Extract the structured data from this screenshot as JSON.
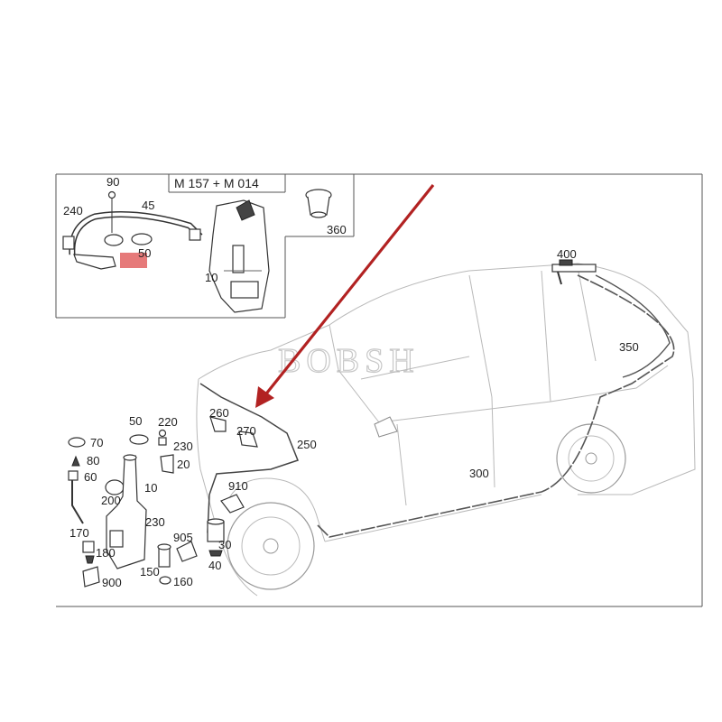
{
  "inset": {
    "header": "M 157 + M 014"
  },
  "watermark": "BOBSH",
  "labels": {
    "p90": "90",
    "p240": "240",
    "p45": "45",
    "p50_inset": "50",
    "p10_inset": "10",
    "p360": "360",
    "p400": "400",
    "p350": "350",
    "p260": "260",
    "p270": "270",
    "p250": "250",
    "p300": "300",
    "p50": "50",
    "p220": "220",
    "p230a": "230",
    "p20": "20",
    "p70": "70",
    "p80": "80",
    "p60": "60",
    "p200": "200",
    "p10": "10",
    "p910": "910",
    "p230b": "230",
    "p905": "905",
    "p30": "30",
    "p40": "40",
    "p170": "170",
    "p180": "180",
    "p150": "150",
    "p160": "160",
    "p900": "900"
  },
  "colors": {
    "arrow": "#b22222",
    "highlight": "#e67a7a",
    "frame": "#555555"
  }
}
